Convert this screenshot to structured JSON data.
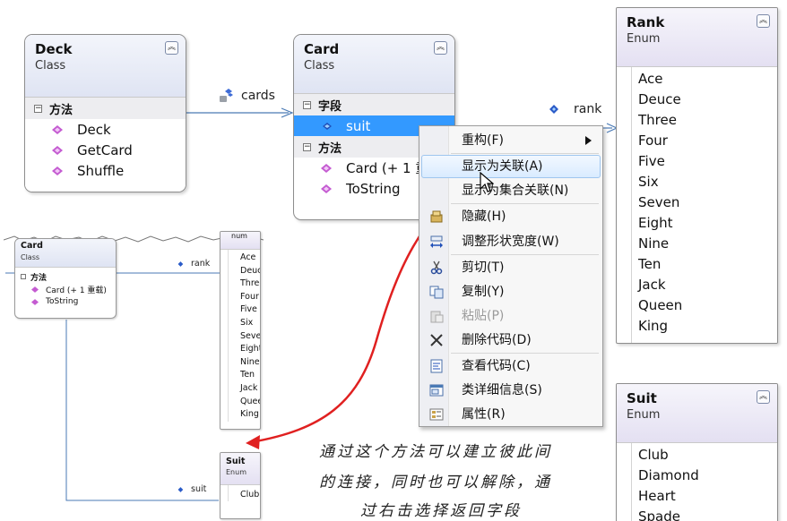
{
  "deck": {
    "title": "Deck",
    "stereotype": "Class",
    "methods_header": "方法",
    "methods": [
      "Deck",
      "GetCard",
      "Shuffle"
    ]
  },
  "card": {
    "title": "Card",
    "stereotype": "Class",
    "fields_header": "字段",
    "fields": [
      "suit"
    ],
    "methods_header": "方法",
    "methods": [
      "Card (+ 1 重",
      "ToString"
    ]
  },
  "rank": {
    "title": "Rank",
    "stereotype": "Enum",
    "values": [
      "Ace",
      "Deuce",
      "Three",
      "Four",
      "Five",
      "Six",
      "Seven",
      "Eight",
      "Nine",
      "Ten",
      "Jack",
      "Queen",
      "King"
    ]
  },
  "suit": {
    "title": "Suit",
    "stereotype": "Enum",
    "values": [
      "Club",
      "Diamond",
      "Heart",
      "Spade"
    ]
  },
  "associations": {
    "cards": "cards",
    "rank": "rank"
  },
  "context_menu": {
    "items": [
      {
        "label": "重构(F)",
        "icon": "none",
        "disabled": false
      },
      {
        "label": "显示为关联(A)",
        "icon": "none",
        "disabled": false
      },
      {
        "label": "显示为集合关联(N)",
        "icon": "none",
        "disabled": false
      },
      {
        "label": "隐藏(H)",
        "icon": "hide-icon",
        "disabled": false
      },
      {
        "label": "调整形状宽度(W)",
        "icon": "resize-width-icon",
        "disabled": false
      },
      {
        "label": "剪切(T)",
        "icon": "scissors-icon",
        "disabled": false
      },
      {
        "label": "复制(Y)",
        "icon": "copy-icon",
        "disabled": false
      },
      {
        "label": "粘贴(P)",
        "icon": "paste-icon",
        "disabled": true
      },
      {
        "label": "删除代码(D)",
        "icon": "delete-x-icon",
        "disabled": false
      },
      {
        "label": "查看代码(C)",
        "icon": "view-code-icon",
        "disabled": false
      },
      {
        "label": "类详细信息(S)",
        "icon": "class-details-icon",
        "disabled": false
      },
      {
        "label": "属性(R)",
        "icon": "properties-icon",
        "disabled": false
      }
    ]
  },
  "inset": {
    "card_title": "Card",
    "card_stereotype": "Class",
    "methods_header": "方法",
    "methods": [
      "Card (+ 1 重载)",
      "ToString"
    ],
    "rank_values": [
      "Ace",
      "Deuce",
      "Three",
      "Four",
      "Five",
      "Six",
      "Seven",
      "Eight",
      "Nine",
      "Ten",
      "Jack",
      "Queen",
      "King"
    ],
    "rank_label": "rank",
    "suit_label": "suit",
    "suit_title": "Suit",
    "suit_stereotype": "Enum",
    "suit_first": "Club",
    "enum_tab": "num"
  },
  "annotation": {
    "line1": "通过这个方法可以建立彼此间",
    "line2": "的连接，同时也可以解除，通",
    "line3": "过右击选择返回字段"
  },
  "colors": {
    "selection": "#3399ff",
    "arrow": "#e02020",
    "connector": "#4a7ab5"
  }
}
